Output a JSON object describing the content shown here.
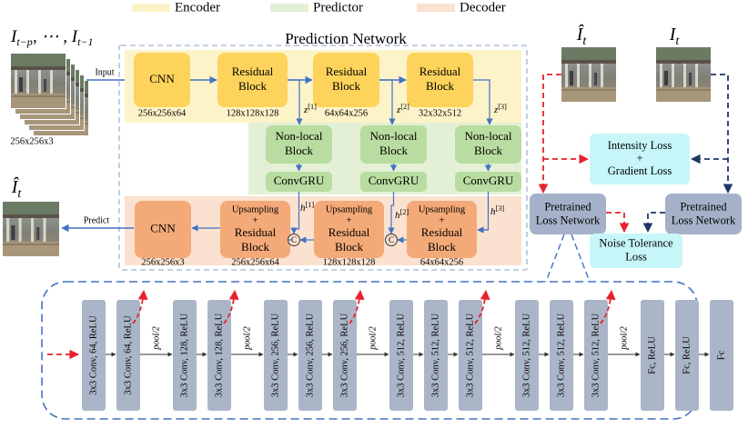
{
  "legend": [
    {
      "label": "Encoder",
      "color": "#fdf3c8"
    },
    {
      "label": "Predictor",
      "color": "#e3f0d6"
    },
    {
      "label": "Decoder",
      "color": "#fbe1cf"
    }
  ],
  "colors": {
    "encoder_block": "#fdd35c",
    "predictor_block": "#b9dca0",
    "decoder_block": "#f4a978",
    "loss_box": "#c6f6f8",
    "network_box": "#a4b1c8",
    "vgg_block": "#aab5c8",
    "red_arrow": "#e8212c",
    "navy_arrow": "#1e3766",
    "blue_line": "#4472c4"
  },
  "input_frames_label": "I_{t−p}, ⋯ , I_{t−1}",
  "input_size": "256x256x3",
  "input_arrow_label": "Input",
  "network_title": "Prediction Network",
  "encoder": {
    "blocks": [
      "CNN",
      "Residual\nBlock",
      "Residual\nBlock",
      "Residual\nBlock"
    ],
    "sizes": [
      "256x256x64",
      "128x128x128",
      "64x64x256",
      "32x32x512"
    ],
    "latents": [
      "z[1]",
      "z[2]",
      "z[3]"
    ]
  },
  "predictor": {
    "nonlocal": [
      "Non-local\nBlock",
      "Non-local\nBlock",
      "Non-local\nBlock"
    ],
    "convgru": [
      "ConvGRU",
      "ConvGRU",
      "ConvGRU"
    ]
  },
  "decoder": {
    "blocks": [
      "CNN",
      "Upsampling\n+\nResidual\nBlock",
      "Upsampling\n+\nResidual\nBlock",
      "Upsampling\n+\nResidual\nBlock"
    ],
    "sizes": [
      "256x256x3",
      "256x256x64",
      "128x128x128",
      "64x64x256"
    ],
    "hidden": [
      "h[1]",
      "h[2]",
      "h[3]"
    ],
    "concat_symbol": "C"
  },
  "output_label": "Î_t",
  "predict_label": "Predict",
  "predicted_image_label": "Î_t",
  "ground_truth_label": "I_t",
  "losses": {
    "intensity_gradient": "Intensity Loss\n+\nGradient Loss",
    "pretrained_left": "Pretrained\nLoss Network",
    "pretrained_right": "Pretrained\nLoss Network",
    "noise_tolerance": "Noise Tolerance\nLoss"
  },
  "vgg": {
    "groups": [
      [
        "3x3 Conv, 64, ReLU",
        "3x3 Conv, 64, ReLU"
      ],
      [
        "3x3 Conv, 128, ReLU",
        "3x3 Conv, 128, ReLU"
      ],
      [
        "3x3 Conv, 256, ReLU",
        "3x3 Conv, 256, ReLU",
        "3x3 Conv, 256, ReLU"
      ],
      [
        "3x3 Conv, 512, ReLU",
        "3x3 Conv, 512, ReLU",
        "3x3 Conv, 512, ReLU"
      ],
      [
        "3x3 Conv, 512, ReLU",
        "3x3 Conv, 512, ReLU",
        "3x3 Conv, 512, ReLU"
      ],
      [
        "Fc, ReLU",
        "Fc, ReLU",
        "Fc"
      ]
    ],
    "pool_label": "pool/2"
  }
}
